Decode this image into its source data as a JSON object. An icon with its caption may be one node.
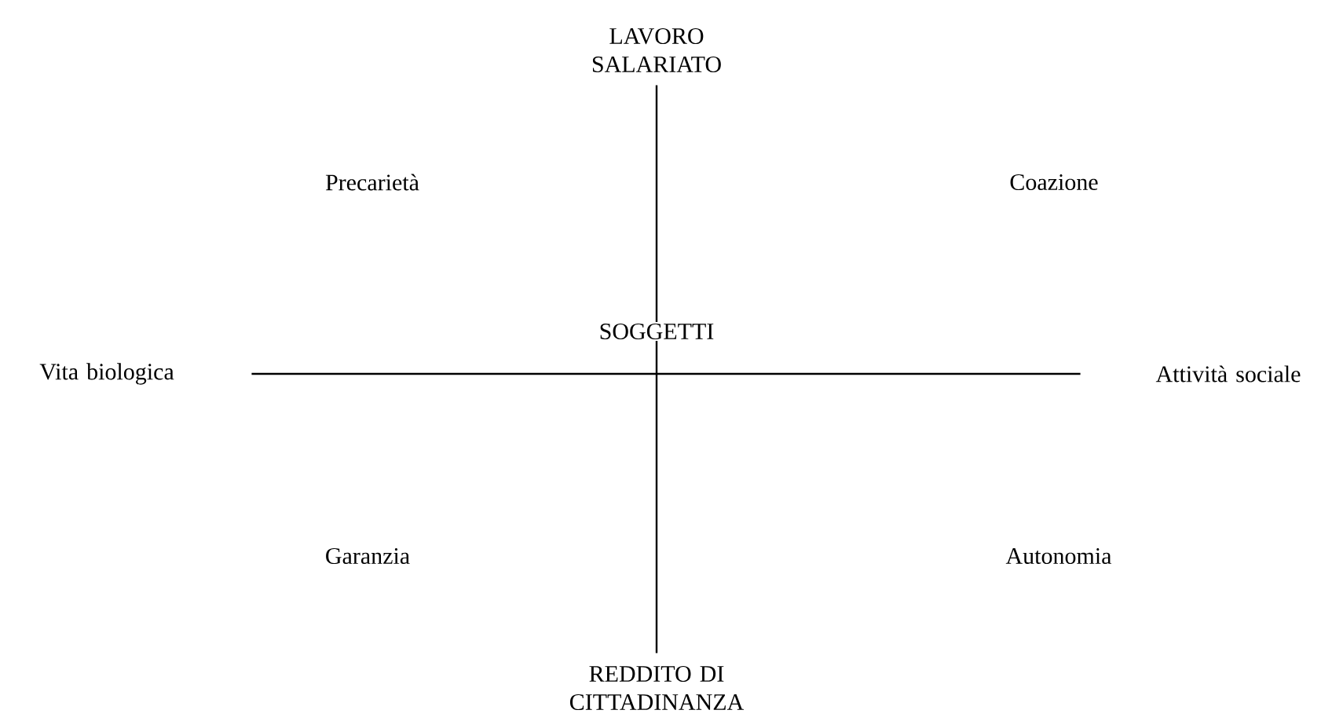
{
  "diagram": {
    "nodes": [
      {
        "text": [
          "LAVORO SALARIATO"
        ]
      },
      {
        "text": [
          "Vita biologica"
        ]
      },
      {
        "text": [
          "Attività sociale"
        ]
      },
      {
        "text": [
          "REDDITO DI CITTADINANZA"
        ]
      }
    ],
    "edges": [
      {
        "from": 0,
        "to": 3,
        "arrow": "none"
      },
      {
        "from": 1,
        "to": 2,
        "arrow": "none"
      }
    ],
    "labels": [
      "Precarietà",
      "Coazione",
      "SOGGETTI",
      "Garanzia",
      "Autonomia"
    ]
  }
}
